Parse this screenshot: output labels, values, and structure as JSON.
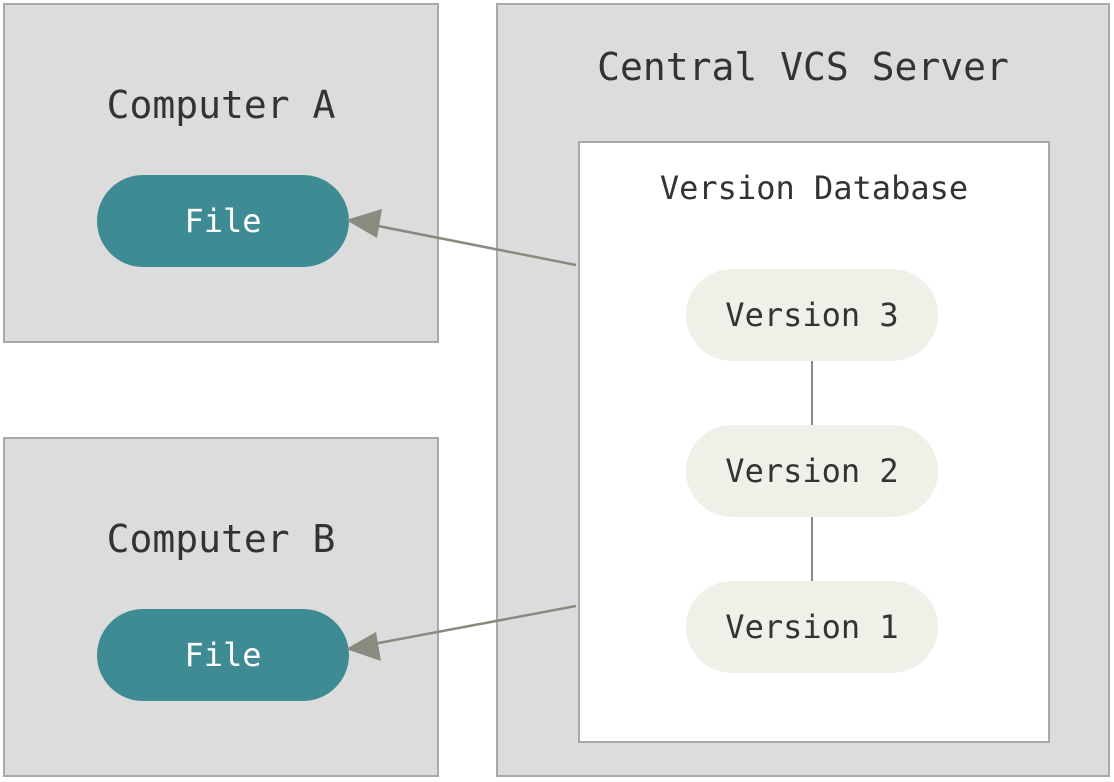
{
  "computer_a": {
    "title": "Computer A",
    "file_label": "File"
  },
  "computer_b": {
    "title": "Computer B",
    "file_label": "File"
  },
  "server": {
    "title": "Central VCS Server",
    "database": {
      "title": "Version Database",
      "versions": [
        "Version 3",
        "Version 2",
        "Version 1"
      ]
    }
  },
  "colors": {
    "panel_bg": "#dddcdc",
    "panel_border": "#a9a9a9",
    "file_pill": "#3e8b93",
    "version_pill": "#f0efe8",
    "arrow": "#8a8a80"
  },
  "edges": [
    {
      "from": "version-database",
      "to": "computer-a-file"
    },
    {
      "from": "version-database",
      "to": "computer-b-file"
    }
  ]
}
